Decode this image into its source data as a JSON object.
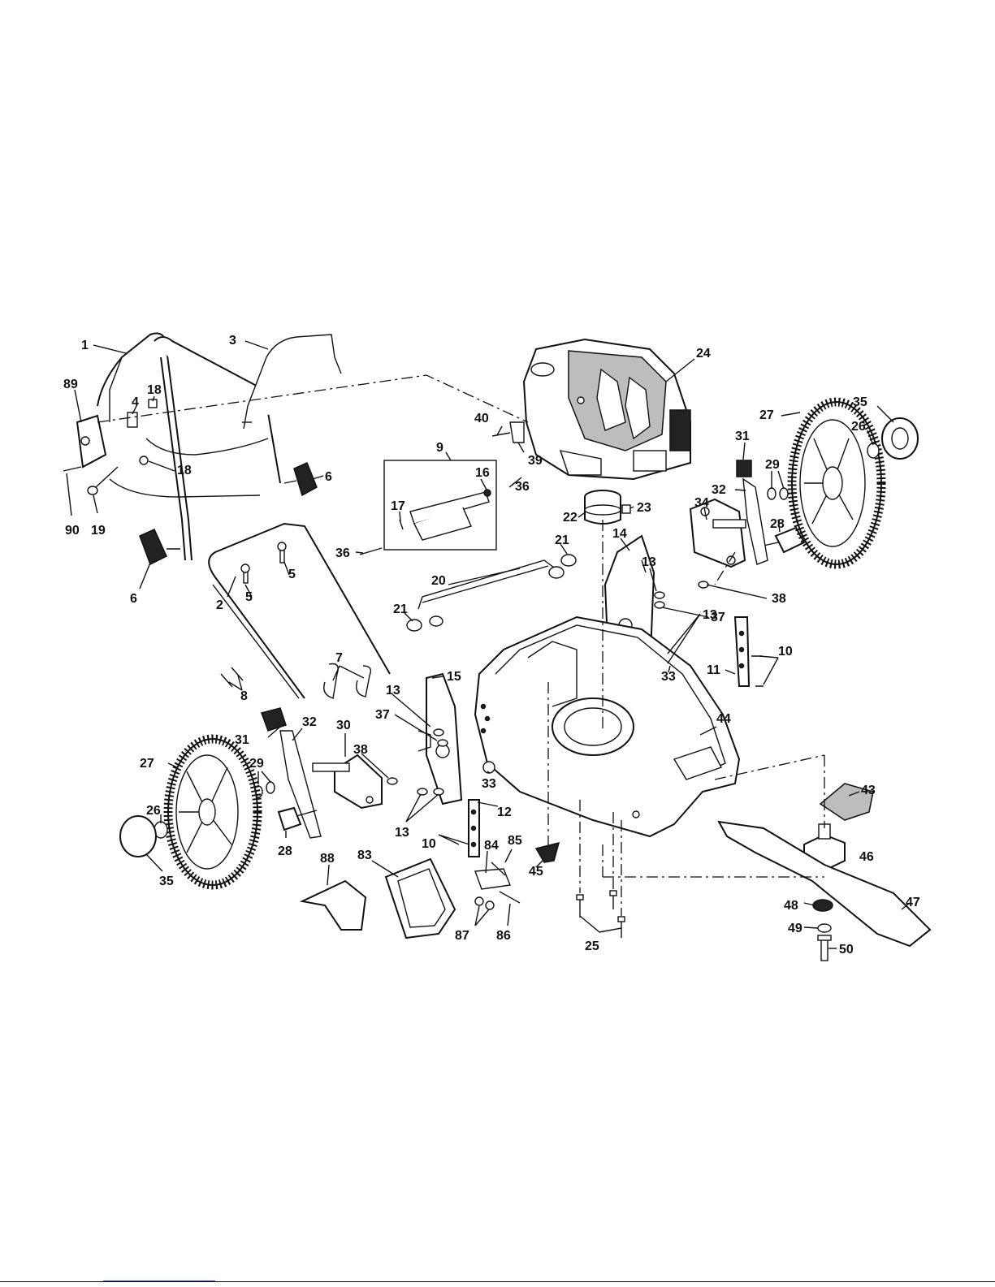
{
  "labels": {
    "p1": "1",
    "p3": "3",
    "p89": "89",
    "p4": "4",
    "p18a": "18",
    "p18b": "18",
    "p90": "90",
    "p19": "19",
    "p6a": "6",
    "p6b": "6",
    "p40": "40",
    "p39": "39",
    "p9": "9",
    "p16": "16",
    "p17": "17",
    "p36a": "36",
    "p36b": "36",
    "p24": "24",
    "p22": "22",
    "p23": "23",
    "p35a": "35",
    "p27a": "27",
    "p26a": "26",
    "p31a": "31",
    "p29a": "29",
    "p32a": "32",
    "p34": "34",
    "p28a": "28",
    "p14": "14",
    "p13a": "13",
    "p38a": "38",
    "p37a": "37",
    "p13b": "13",
    "p10a": "10",
    "p11": "11",
    "p33a": "33",
    "p44": "44",
    "p5a": "5",
    "p5b": "5",
    "p2": "2",
    "p21a": "21",
    "p21b": "21",
    "p20": "20",
    "p7": "7",
    "p8": "8",
    "p15": "15",
    "p13c": "13",
    "p37b": "37",
    "p31b": "31",
    "p32b": "32",
    "p30": "30",
    "p38b": "38",
    "p27b": "27",
    "p29b": "29",
    "p26b": "26",
    "p28b": "28",
    "p35b": "35",
    "p13d": "13",
    "p33b": "33",
    "p12": "12",
    "p10b": "10",
    "p84": "84",
    "p85": "85",
    "p45": "45",
    "p88": "88",
    "p83": "83",
    "p87": "87",
    "p86": "86",
    "p25": "25",
    "p43": "43",
    "p46": "46",
    "p47": "47",
    "p48": "48",
    "p49": "49",
    "p50": "50"
  },
  "footer": {
    "link_text": ""
  }
}
